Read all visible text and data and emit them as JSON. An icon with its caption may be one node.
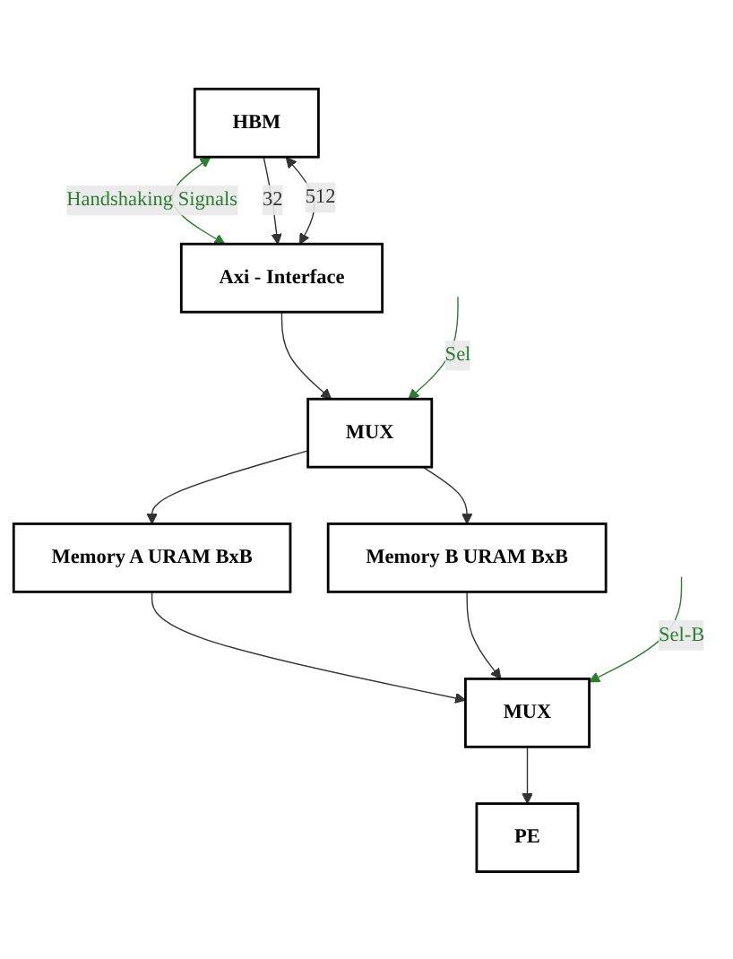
{
  "diagram": {
    "nodes": [
      {
        "text": [
          "HBM"
        ]
      },
      {
        "text": [
          "Axi - Interface"
        ]
      },
      {
        "text": [
          "MUX"
        ]
      },
      {
        "text": [
          "Memory A URAM BxB"
        ]
      },
      {
        "text": [
          "Memory B URAM BxB"
        ]
      },
      {
        "text": [
          "MUX"
        ]
      },
      {
        "text": [
          "PE"
        ]
      }
    ],
    "edges": [
      {
        "from": 0,
        "to": 1,
        "arrow": "both",
        "label": "Handshaking Signals",
        "color": "#2e7d32"
      },
      {
        "from": 0,
        "to": 1,
        "arrow": "to",
        "label": "32"
      },
      {
        "from": 0,
        "to": 1,
        "arrow": "both",
        "label": "512"
      },
      {
        "from": 1,
        "to": 2,
        "arrow": "to"
      },
      {
        "from": 2,
        "to": 3,
        "arrow": "to"
      },
      {
        "from": 2,
        "to": 4,
        "arrow": "to"
      },
      {
        "from": 3,
        "to": 5,
        "arrow": "to"
      },
      {
        "from": 4,
        "to": 5,
        "arrow": "to"
      },
      {
        "from": 5,
        "to": 6,
        "arrow": "to"
      },
      {
        "from": null,
        "to": 2,
        "arrow": "to",
        "label": "Sel",
        "color": "#2e7d32"
      },
      {
        "from": null,
        "to": 5,
        "arrow": "to",
        "label": "Sel-B",
        "color": "#2e7d32"
      }
    ]
  }
}
